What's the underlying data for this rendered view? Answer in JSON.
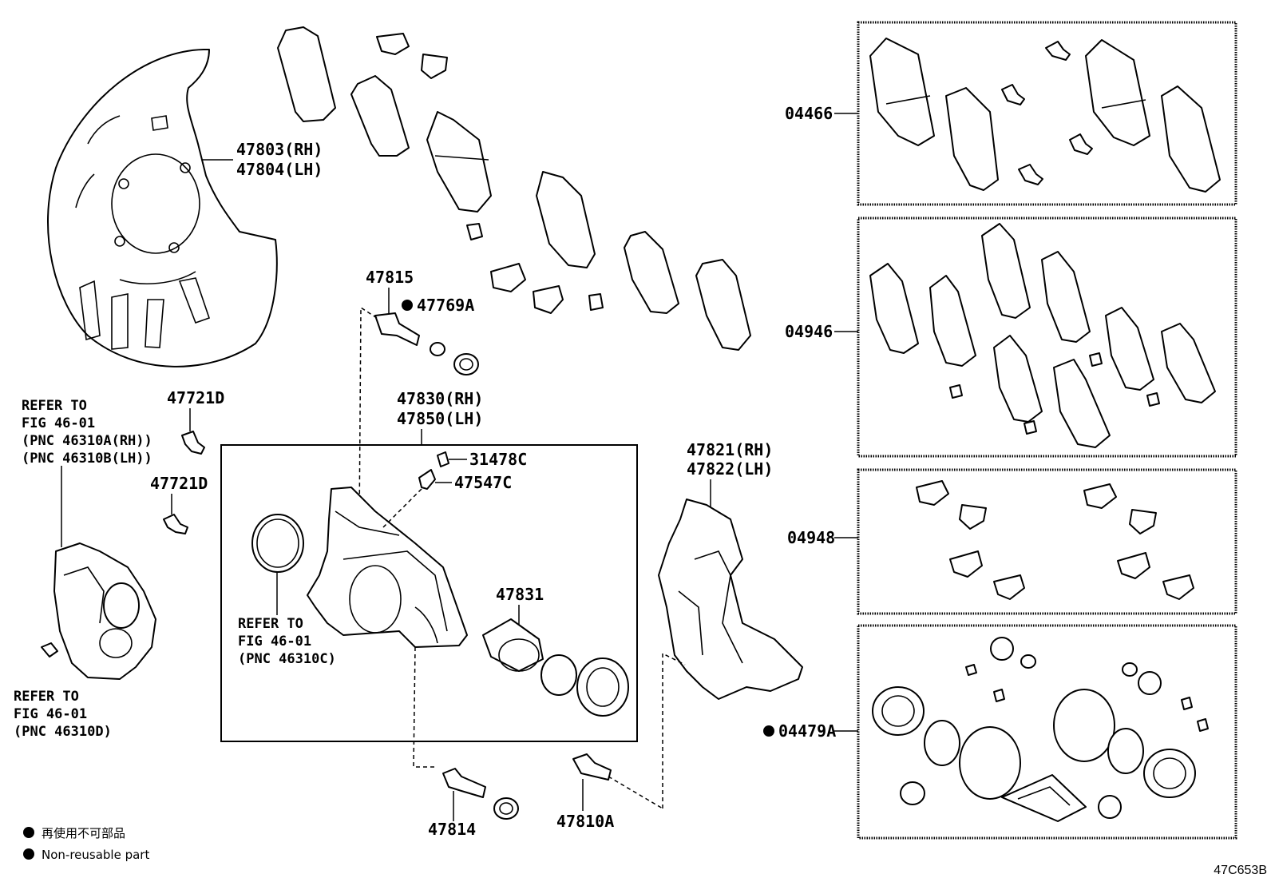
{
  "labels": {
    "p47803": "47803(RH)",
    "p47804": "47804(LH)",
    "p47815": "47815",
    "p47769A": "47769A",
    "p47830": "47830(RH)",
    "p47850": "47850(LH)",
    "p31478C": "31478C",
    "p47547C": "47547C",
    "p47821": "47821(RH)",
    "p47822": "47822(LH)",
    "p47831": "47831",
    "p47721D_1": "47721D",
    "p47721D_2": "47721D",
    "p47814": "47814",
    "p47810A": "47810A",
    "p04466": "04466",
    "p04946": "04946",
    "p04948": "04948",
    "p04479A": "04479A"
  },
  "refers": {
    "r1": [
      "REFER TO",
      "FIG 46-01",
      "(PNC 46310A(RH))",
      "(PNC 46310B(LH))"
    ],
    "r2": [
      "REFER TO",
      "FIG 46-01",
      "(PNC 46310C)"
    ],
    "r3": [
      "REFER TO",
      "FIG 46-01",
      "(PNC 46310D)"
    ]
  },
  "legend": {
    "jp": "再使用不可部品",
    "en": "Non-reusable part"
  },
  "figure_code": "47C653B"
}
